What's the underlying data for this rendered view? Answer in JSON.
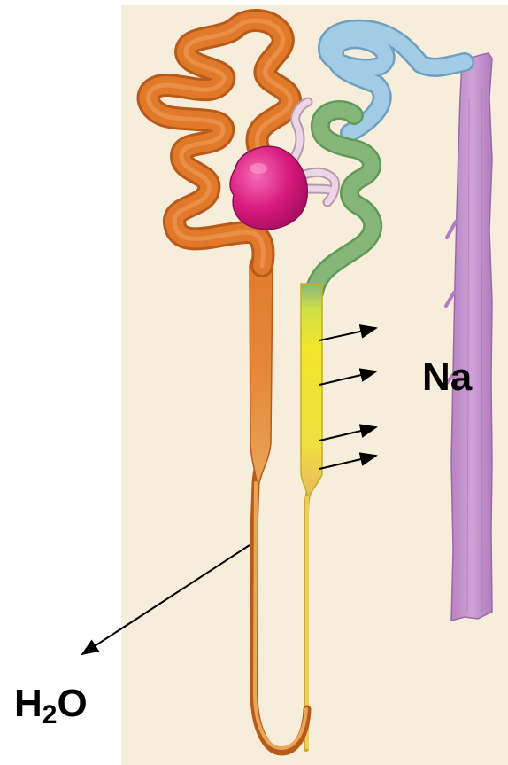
{
  "labels": {
    "sodium": "Na",
    "water_h": "H",
    "water_sub": "2",
    "water_o": "O"
  },
  "segments": [
    {
      "name": "proximal-tubule",
      "color": "#e07a2a"
    },
    {
      "name": "glomerulus",
      "color": "#d8197e"
    },
    {
      "name": "afferent-efferent-arterioles",
      "color": "#ecd6e6"
    },
    {
      "name": "distal-tubule",
      "color": "#86b67a"
    },
    {
      "name": "thick-ascending-limb",
      "color": "#f2e52a"
    },
    {
      "name": "thin-loop-of-henle",
      "color": "#e9a55a"
    },
    {
      "name": "connecting-tubule",
      "color": "#96c4e2"
    },
    {
      "name": "collecting-duct",
      "color": "#c89ad0"
    }
  ],
  "arrows": {
    "sodium_out_count": 4,
    "water_out_count": 1
  }
}
